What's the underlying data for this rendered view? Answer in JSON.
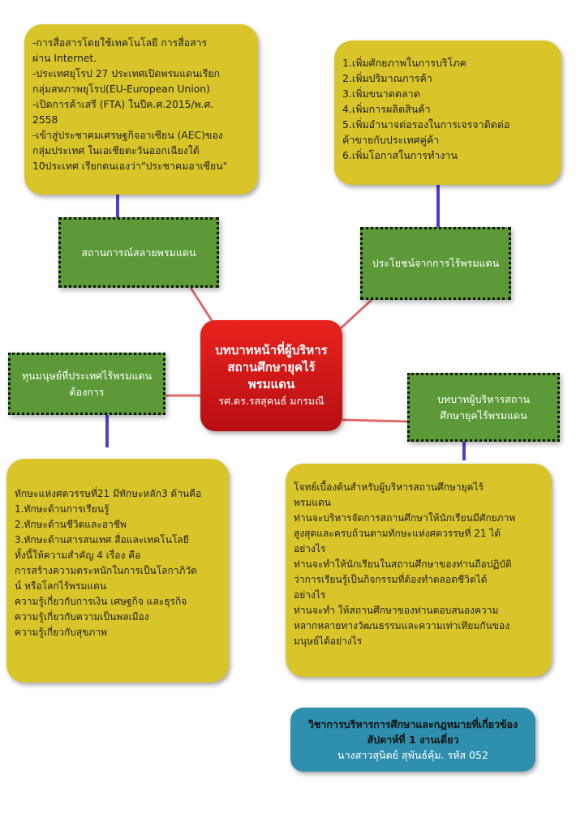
{
  "center": {
    "title_lines": [
      "บทบาทหน้าที่ผู้บริหาร",
      "สถานศึกษายุคไร้",
      "พรมแดน"
    ],
    "author": "รศ.ดร.รสสุคนธ์ มกรมณี"
  },
  "branches": {
    "top_left_label": "สถานการณ์สลายพรมแดน",
    "top_right_label": "ประโยชน์จากการไร้พรมแดน",
    "left_label_lines": [
      "ทุนมนุษย์ที่ประเทศไร้พรมแดน",
      "ต้องการ"
    ],
    "right_label_lines": [
      "บทบาทผู้บริหารสถาน",
      "ศึกษายุคไร้พรมแดน"
    ]
  },
  "details": {
    "top_left": [
      "-การสื่อสารโดยใช้เทคโนโลยี  การสื่อสาร",
      "ผ่าน Internet.",
      "-ประเทศยุโรป 27 ประเทศเปิดพรมแดนเรียก",
      "กลุ่มสหภาพยุโรป(EU-European Union)",
      "-เปิดการค้าเสรี  (FTA)  ในปีค.ศ.2015/พ.ศ.",
      "2558",
      "-เข้าสู่ประชาคมเศรษฐกิจอาเซียน  (AEC)ของ",
      "กลุ่มประเทศ ในเอเชียตะวันออกเฉียงใต้",
      "10ประเทศ เรียกตนเองว่า\"ประชาคมอาเซียน\""
    ],
    "top_right": [
      "1.เพิ่มศักยภาพในการบริโภค",
      "2.เพิ่มปริมาณการค้า",
      "3.เพิ่มขนาดตลาด",
      "4.เพิ่มการผลิตสินค้า",
      "5.เพิ่มอำนาจต่อรองในการเจรจาติดต่อ",
      "ค้าขายกับประเทศคู่ค้า",
      "6.เพิ่มโอกาสในการทำงาน"
    ],
    "bottom_left": [
      "ทักษะแห่งศตวรรษที่21 มีทักษะหลัก3 ด้านคือ",
      "1.ทักษะด้านการเรียนรู้",
      "2.ทักษะด้านชีวิตและอาชีพ",
      "3.ทักษะด้านสารสนเทศ สื่อและเทคโนโลยี",
      "  ทั้งนี้ให้ความสำคัญ 4 เรื่อง คือ",
      "การสร้างความตระหนักในการเป็นโลกาภิวัต",
      "น์ หรือโลกไร้พรมแดน",
      "ความรู้เกี่ยวกับการเงิน เศษฐกิจ และธุรกิจ",
      "ความรู้เกี่ยวกับความเป็นพลเมือง",
      "ความรู้เกี่ยวกับสุขภาพ"
    ],
    "bottom_right": [
      "โจทย์เบื้องต้นสำหรับผู้บริหารสถานศึกษายุคไร้",
      "พรมแดน",
      "ท่านจะบริหารจัดการสถานศึกษาให้นักเรียนมีศักยภาพ",
      "สูงสุดและครบถ้วนตามทักษะแห่งศตวรรษที่  21  ได้",
      "อย่างไร",
      "ท่านจะทำให้นักเรียนในสถานศึกษาของท่านถือปฏิบัติ",
      "ว่าการเรียนรู้เป็นกิจกรรมที่ต้องทำตลอดชีวิตได้",
      "อย่างไร",
      "ท่านจะทำ ให้สถานศึกษาของท่านตอบสนองความ",
      "หลากหลายทางวัฒนธรรมและความเท่าเทียมกันของ",
      "มนุษย์ได้อย่างไร"
    ]
  },
  "footer": {
    "course": "วิชาการบริหารการศึกษาและกฎหมายที่เกี่ยวข้อง",
    "week": "สัปดาห์ที่ 1 งานเดี่ยว",
    "student": "นางสาวสุนิตย์ สุพันธ์คุ้ม. รหัส 052"
  },
  "colors": {
    "yellow": "#d9c52a",
    "green": "#5c9a38",
    "red": "#d61a18",
    "blue": "#2f8fae",
    "connector_red": "#e06a6a",
    "connector_blue": "#4b3fd6"
  }
}
